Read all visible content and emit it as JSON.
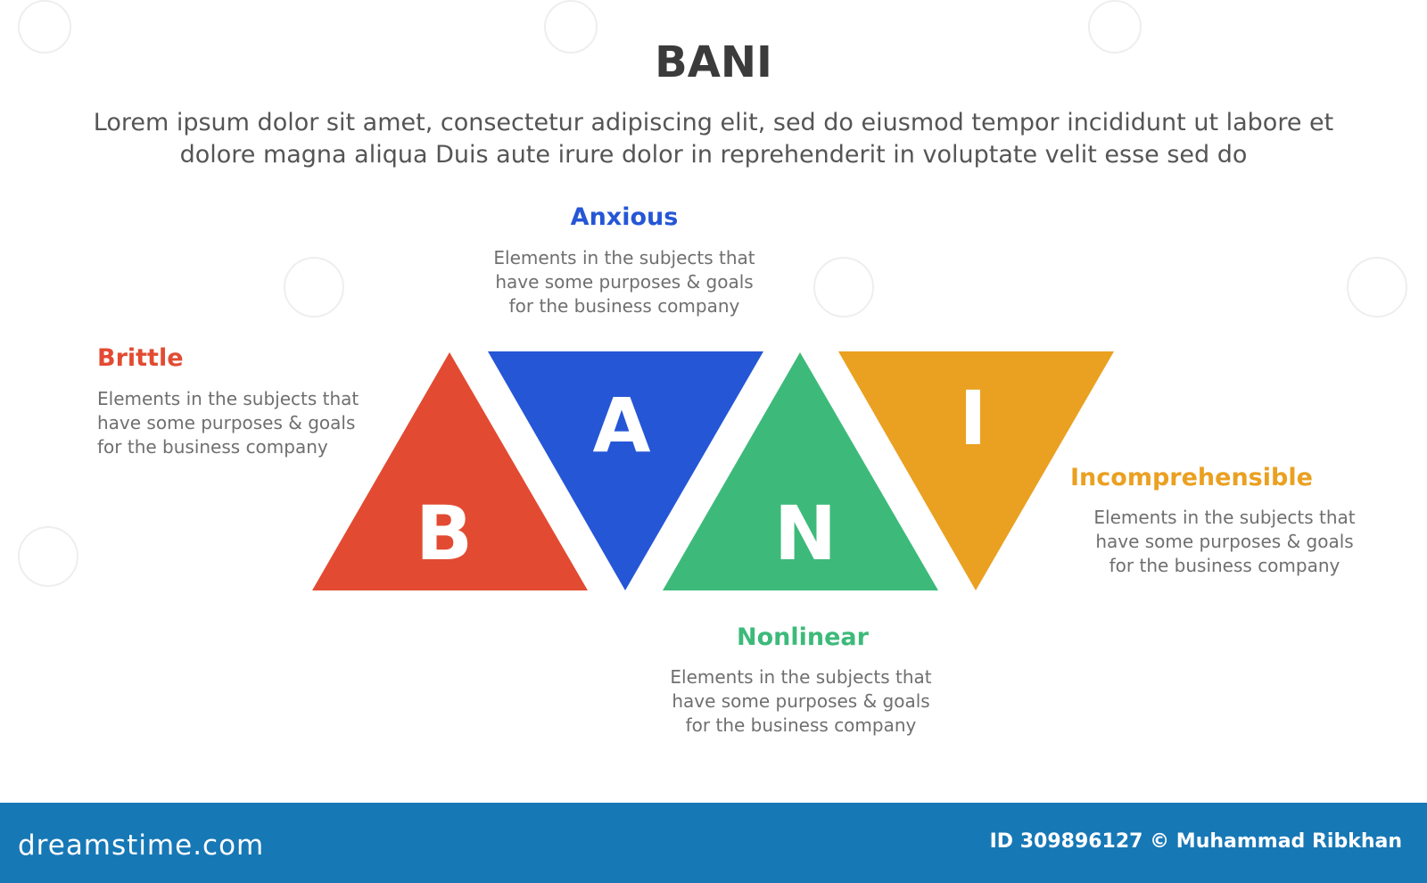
{
  "title": "BANI",
  "subtitle": "Lorem ipsum dolor sit amet, consectetur adipiscing elit, sed do eiusmod tempor incididunt ut labore et dolore magna aliqua Duis aute irure dolor in reprehenderit in voluptate velit esse sed do",
  "items": [
    {
      "letter": "B",
      "label": "Brittle",
      "color": "#e24b32",
      "desc": "Elements in the subjects that\nhave  some purposes & goals\nfor the  business company"
    },
    {
      "letter": "A",
      "label": "Anxious",
      "color": "#2556d6",
      "desc": "Elements in the subjects that\nhave  some purposes & goals\nfor the  business company"
    },
    {
      "letter": "N",
      "label": "Nonlinear",
      "color": "#3dba7a",
      "desc": "Elements in the subjects that\nhave  some purposes & goals\nfor the  business company"
    },
    {
      "letter": "I",
      "label": "Incomprehensible",
      "color": "#eaa021",
      "desc": "Elements in the subjects that\nhave  some purposes & goals\nfor the  business company"
    }
  ],
  "footer": {
    "logo": "dreamstime.com",
    "credit": "ID 309896127 © Muhammad Ribkhan",
    "background": "#1778b6"
  }
}
